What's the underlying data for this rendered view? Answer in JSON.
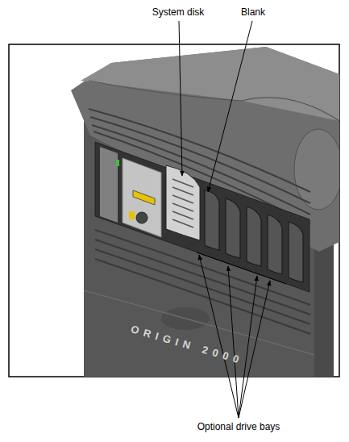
{
  "diagram": {
    "labels": [
      "System disk",
      "Blank",
      "Optional drive bays",
      "ORIGIN 2000"
    ]
  }
}
